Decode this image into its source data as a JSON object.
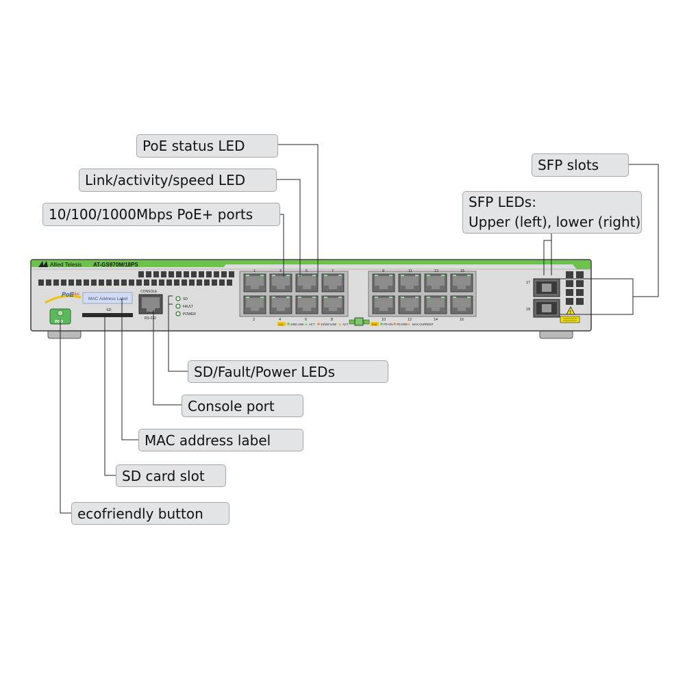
{
  "device": {
    "brand": "Allied Telesis",
    "model": "AT-GS970M/18PS",
    "poe_logo": "PoE",
    "poe_logo_suffix": "plus",
    "mac_label": "MAC Address Label",
    "sd_slot_label": "SD",
    "console_label": "CONSOLE",
    "rs232_label": "RS-232",
    "status_leds": [
      "SD",
      "FAULT",
      "POWER"
    ],
    "eco_label": "eco",
    "port_numbers_top": [
      "1",
      "3",
      "5",
      "7",
      "9",
      "11",
      "13",
      "15"
    ],
    "port_numbers_bottom": [
      "2",
      "4",
      "6",
      "8",
      "10",
      "12",
      "14",
      "16"
    ],
    "sfp_numbers": [
      "17",
      "18"
    ],
    "legend": {
      "led_badge": "L/A",
      "link_1000": "1000 LINK",
      "act_1": "ACT",
      "link_10_100": "10/100 LINK",
      "act_2": "ACT",
      "poe_badge": "PoE",
      "pd_on": "PD ON",
      "pd_err": "PD ERR",
      "max_current": "MAX CURRENT"
    },
    "colors": {
      "chassis": "#dcdcdc",
      "brand_green": "#6cc24a",
      "led_green": "#5cc85c",
      "eco_green": "#5cb85c",
      "warning_yellow": "#f5e100"
    }
  },
  "callouts": {
    "poe_status_led": "PoE status LED",
    "link_led": "Link/activity/speed LED",
    "poe_ports": "10/100/1000Mbps PoE+ ports",
    "sfp_slots": "SFP slots",
    "sfp_leds_line1": "SFP LEDs:",
    "sfp_leds_line2": "Upper (left), lower (right)",
    "sd_fault_power": "SD/Fault/Power LEDs",
    "console_port": "Console port",
    "mac_label": "MAC address label",
    "sd_card_slot": "SD card slot",
    "eco_button": "ecofriendly button"
  }
}
